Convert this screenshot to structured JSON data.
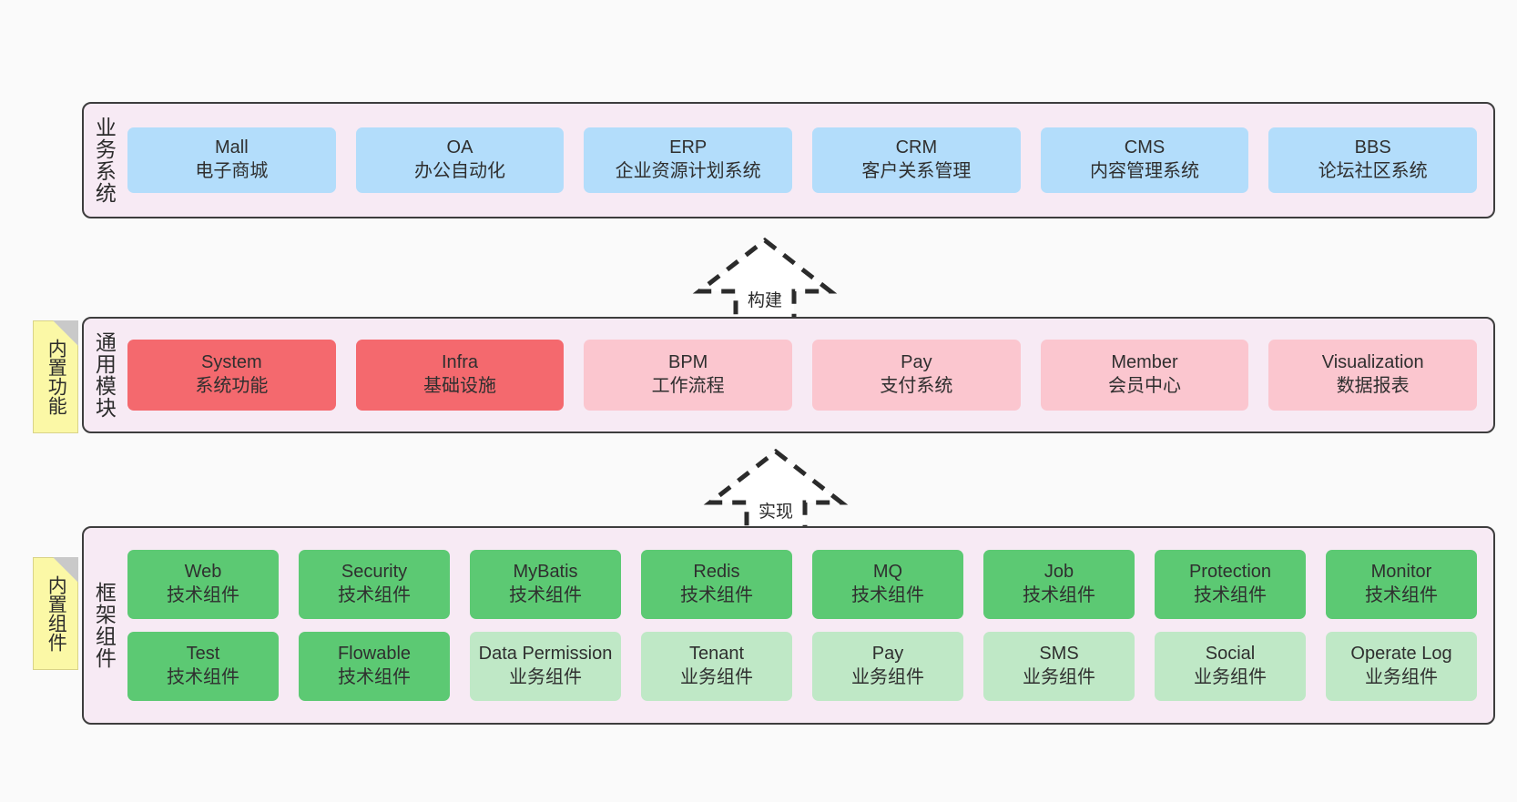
{
  "diagram": {
    "background_color": "#fafafa",
    "panel_color": "#f7eaf4",
    "panel_border_color": "#3d3d3d",
    "sticky_color": "#fbf8a6"
  },
  "stickies": [
    {
      "name": "builtin-function",
      "text": "内置功能"
    },
    {
      "name": "builtin-component",
      "text": "内置组件"
    }
  ],
  "layers": [
    {
      "id": "business",
      "label": "业务系统",
      "rows": [
        {
          "cards": [
            {
              "en": "Mall",
              "cn": "电子商城",
              "color": "#b3ddfb"
            },
            {
              "en": "OA",
              "cn": "办公自动化",
              "color": "#b3ddfb"
            },
            {
              "en": "ERP",
              "cn": "企业资源计划系统",
              "color": "#b3ddfb"
            },
            {
              "en": "CRM",
              "cn": "客户关系管理",
              "color": "#b3ddfb"
            },
            {
              "en": "CMS",
              "cn": "内容管理系统",
              "color": "#b3ddfb"
            },
            {
              "en": "BBS",
              "cn": "论坛社区系统",
              "color": "#b3ddfb"
            }
          ]
        }
      ]
    },
    {
      "id": "modules",
      "label": "通用模块",
      "rows": [
        {
          "cards": [
            {
              "en": "System",
              "cn": "系统功能",
              "color": "#f4696e"
            },
            {
              "en": "Infra",
              "cn": "基础设施",
              "color": "#f4696e"
            },
            {
              "en": "BPM",
              "cn": "工作流程",
              "color": "#fbc6cf"
            },
            {
              "en": "Pay",
              "cn": "支付系统",
              "color": "#fbc6cf"
            },
            {
              "en": "Member",
              "cn": "会员中心",
              "color": "#fbc6cf"
            },
            {
              "en": "Visualization",
              "cn": "数据报表",
              "color": "#fbc6cf"
            }
          ]
        }
      ]
    },
    {
      "id": "framework",
      "label": "框架组件",
      "rows": [
        {
          "cards": [
            {
              "en": "Web",
              "cn": "技术组件",
              "color": "#5cc973"
            },
            {
              "en": "Security",
              "cn": "技术组件",
              "color": "#5cc973"
            },
            {
              "en": "MyBatis",
              "cn": "技术组件",
              "color": "#5cc973"
            },
            {
              "en": "Redis",
              "cn": "技术组件",
              "color": "#5cc973"
            },
            {
              "en": "MQ",
              "cn": "技术组件",
              "color": "#5cc973"
            },
            {
              "en": "Job",
              "cn": "技术组件",
              "color": "#5cc973"
            },
            {
              "en": "Protection",
              "cn": "技术组件",
              "color": "#5cc973"
            },
            {
              "en": "Monitor",
              "cn": "技术组件",
              "color": "#5cc973"
            }
          ]
        },
        {
          "cards": [
            {
              "en": "Test",
              "cn": "技术组件",
              "color": "#5cc973"
            },
            {
              "en": "Flowable",
              "cn": "技术组件",
              "color": "#5cc973"
            },
            {
              "en": "Data Permission",
              "cn": "业务组件",
              "color": "#bfe8c6",
              "wrap": true
            },
            {
              "en": "Tenant",
              "cn": "业务组件",
              "color": "#bfe8c6"
            },
            {
              "en": "Pay",
              "cn": "业务组件",
              "color": "#bfe8c6"
            },
            {
              "en": "SMS",
              "cn": "业务组件",
              "color": "#bfe8c6"
            },
            {
              "en": "Social",
              "cn": "业务组件",
              "color": "#bfe8c6"
            },
            {
              "en": "Operate Log",
              "cn": "业务组件",
              "color": "#bfe8c6"
            }
          ]
        }
      ]
    }
  ],
  "arrows": [
    {
      "id": "build",
      "label": "构建",
      "direction": "up"
    },
    {
      "id": "realize",
      "label": "实现",
      "direction": "up"
    }
  ]
}
